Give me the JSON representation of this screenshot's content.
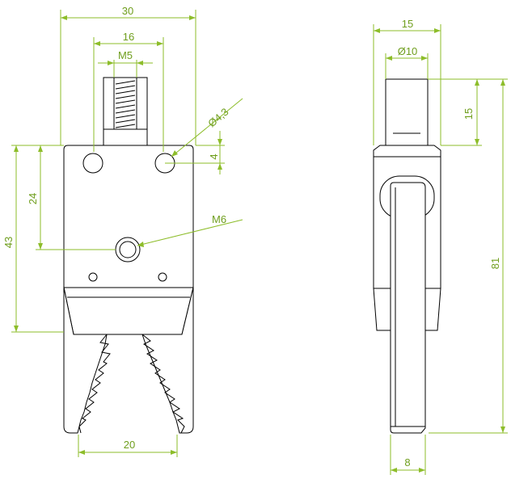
{
  "colors": {
    "dimension": "#8dbd2a",
    "outline": "#000000",
    "background": "#ffffff"
  },
  "dims": {
    "front_width": "30",
    "front_body_inner": "16",
    "thread_top": "M5",
    "hole_diameter": "Ø4,3",
    "hole_offset": "4",
    "center_hole_height": "24",
    "body_height": "43",
    "center_thread": "M6",
    "jaw_opening": "20",
    "side_width": "15",
    "side_shaft_diameter": "Ø10",
    "side_shaft_height": "15",
    "side_total_height": "81",
    "side_jaw_thickness": "8"
  }
}
